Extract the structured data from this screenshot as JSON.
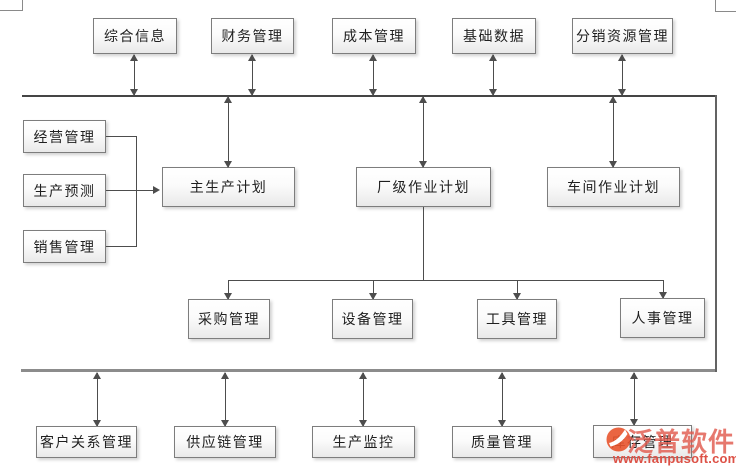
{
  "diagram_type": "erp-production-module-architecture",
  "nodes": {
    "top": [
      {
        "label": "综合信息"
      },
      {
        "label": "财务管理"
      },
      {
        "label": "成本管理"
      },
      {
        "label": "基础数据"
      },
      {
        "label": "分销资源管理"
      }
    ],
    "left": [
      {
        "label": "经营管理"
      },
      {
        "label": "生产预测"
      },
      {
        "label": "销售管理"
      }
    ],
    "plans": [
      {
        "label": "主生产计划"
      },
      {
        "label": "厂级作业计划"
      },
      {
        "label": "车间作业计划"
      }
    ],
    "middle": [
      {
        "label": "采购管理"
      },
      {
        "label": "设备管理"
      },
      {
        "label": "工具管理"
      },
      {
        "label": "人事管理"
      }
    ],
    "bottom": [
      {
        "label": "客户关系管理"
      },
      {
        "label": "供应链管理"
      },
      {
        "label": "生产监控"
      },
      {
        "label": "质量管理"
      },
      {
        "label": "库存管理"
      }
    ]
  },
  "watermark": {
    "brand": "泛普软件",
    "url": "www.fanpusoft.com",
    "brand_color": "#e05a4e",
    "logo_color": "#e8542e"
  },
  "colors": {
    "connector_line": "#4d4d4d",
    "top_bus": "#454545",
    "bottom_bus": "#8c8c8c",
    "box_border": "#7d7d7d",
    "box_fill_bottom": "#e9e9e9"
  }
}
